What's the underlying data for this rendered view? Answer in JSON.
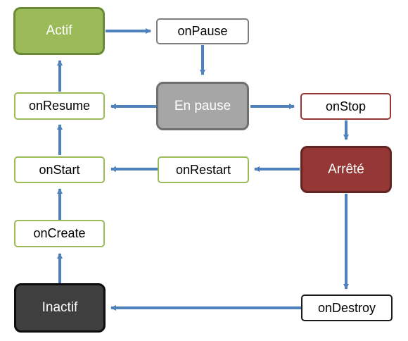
{
  "states": {
    "actif": "Actif",
    "en_pause": "En pause",
    "arrete": "Arrêté",
    "inactif": "Inactif"
  },
  "callbacks": {
    "on_pause": "onPause",
    "on_resume": "onResume",
    "on_stop": "onStop",
    "on_start": "onStart",
    "on_restart": "onRestart",
    "on_create": "onCreate",
    "on_destroy": "onDestroy"
  },
  "colors": {
    "arrow": "#4f81bd",
    "active_green": "#9bbb59",
    "paused_grey": "#a6a6a6",
    "stopped_red": "#953735",
    "inactive_dark": "#3f3f3f"
  }
}
